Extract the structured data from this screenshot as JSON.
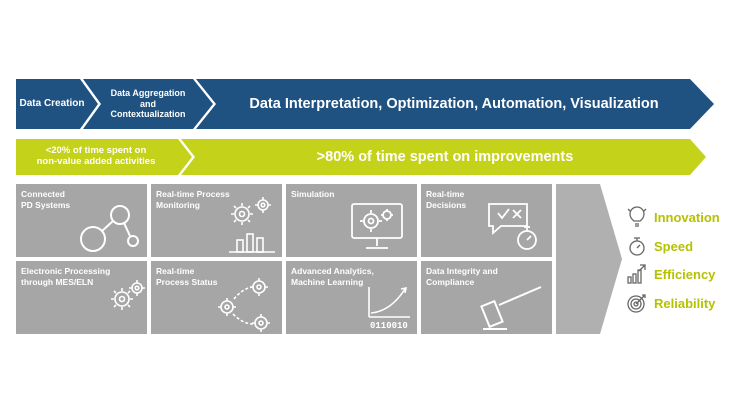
{
  "top_band": {
    "step1": "Data Creation",
    "step2": "Data Aggregation\nand\nContextualization",
    "step3": "Data Interpretation, Optimization, Automation, Visualization"
  },
  "time_band": {
    "left": "<20% of time spent on\nnon-value added activities",
    "right": ">80% of time spent on improvements"
  },
  "tiles": [
    {
      "label": "Connected\nPD Systems",
      "icon": "network-nodes-icon"
    },
    {
      "label": "Real-time Process\nMonitoring",
      "icon": "gears-chart-icon"
    },
    {
      "label": "Simulation",
      "icon": "monitor-gears-icon"
    },
    {
      "label": "Real-time\nDecisions",
      "icon": "decision-stopwatch-icon"
    },
    {
      "label": "Electronic Processing\nthrough MES/ELN",
      "icon": "gears-icon"
    },
    {
      "label": "Real-time\nProcess Status",
      "icon": "cycle-gears-icon"
    },
    {
      "label": "Advanced Analytics,\nMachine Learning",
      "icon": "growth-curve-binary-icon"
    },
    {
      "label": "Data Integrity and\nCompliance",
      "icon": "gavel-icon"
    }
  ],
  "outcomes": [
    {
      "label": "Innovation",
      "icon": "lightbulb-icon"
    },
    {
      "label": "Speed",
      "icon": "stopwatch-icon"
    },
    {
      "label": "Efficiency",
      "icon": "bar-growth-icon"
    },
    {
      "label": "Reliability",
      "icon": "target-icon"
    }
  ],
  "colors": {
    "navy": "#1f5181",
    "lime": "#c5d21a",
    "tile_gray": "#a6a6a6",
    "arrow_gray": "#b0b0b0",
    "outcome_text": "#b5c200"
  }
}
